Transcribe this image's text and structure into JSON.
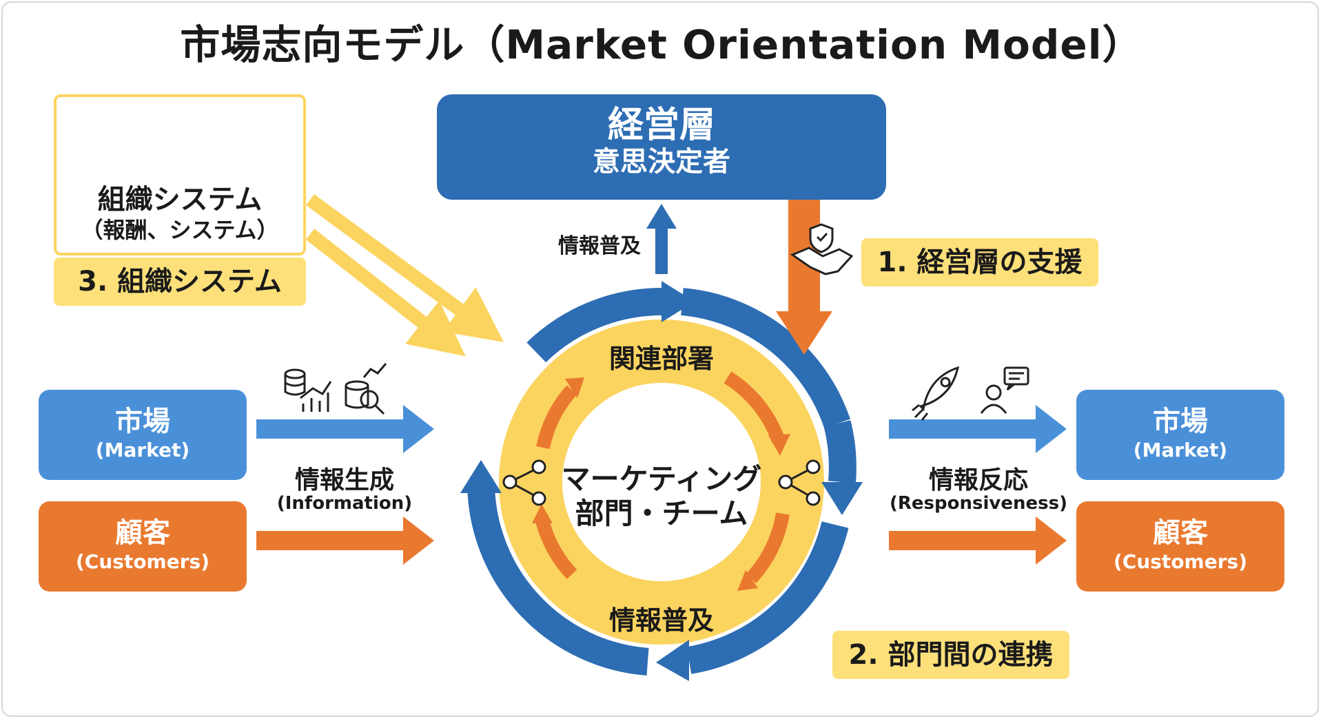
{
  "title": "市場志向モデル（Market Orientation Model）",
  "executive": {
    "title": "経営層",
    "subtitle": "意思決定者"
  },
  "org_system": {
    "title": "組織システム",
    "subtitle": "（報酬、システム）"
  },
  "labels": {
    "support": "1. 経営層の支援",
    "coordination": "2. 部門間の連携",
    "org_system": "3. 組織システム"
  },
  "left": {
    "market": {
      "title": "市場",
      "subtitle": "(Market)"
    },
    "customers": {
      "title": "顧客",
      "subtitle": "(Customers)"
    }
  },
  "right": {
    "market": {
      "title": "市場",
      "subtitle": "(Market)"
    },
    "customers": {
      "title": "顧客",
      "subtitle": "(Customers)"
    }
  },
  "flows": {
    "generation": {
      "title": "情報生成",
      "subtitle": "(Information)"
    },
    "responsiveness": {
      "title": "情報反応",
      "subtitle": "(Responsiveness)"
    },
    "dissemination_top": "情報普及"
  },
  "cycle": {
    "related_depts": "関連部署",
    "dissemination": "情報普及",
    "center_line1": "マーケティング",
    "center_line2": "部門・チーム"
  },
  "icons": {
    "org": [
      "hand-money-icon",
      "org-chart-icon",
      "settings-document-icon"
    ],
    "generation": [
      "database-chart-icon",
      "data-search-icon"
    ],
    "response": [
      "rocket-icon",
      "customer-chat-icon"
    ],
    "support": "handshake-shield-icon",
    "share": "share-icon"
  },
  "colors": {
    "blue_dark": "#2d6db3",
    "blue_light": "#4a90d9",
    "orange": "#e9792f",
    "yellow": "#fbd45f",
    "yellow_label": "#fde07a"
  }
}
